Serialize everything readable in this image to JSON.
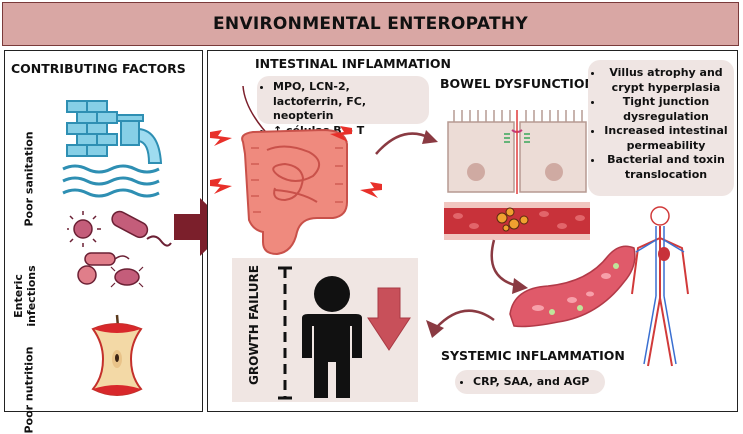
{
  "title": "ENVIRONMENTAL ENTEROPATHY",
  "contributing_factors": {
    "heading": "CONTRIBUTING FACTORS",
    "items": [
      {
        "label": "Poor sanitation",
        "icon": "sanitation-pipe-icon"
      },
      {
        "label": "Enteric infections",
        "icon": "microbes-icon"
      },
      {
        "label": "Poor nutrition",
        "icon": "apple-core-icon"
      }
    ]
  },
  "intestinal_inflammation": {
    "heading": "INTESTINAL INFLAMMATION",
    "bullets": [
      "MPO, LCN-2, lactoferrin, FC, neopterin",
      "↑ células B e T"
    ]
  },
  "bowel_dysfunction": {
    "heading": "BOWEL DYSFUNCTION",
    "bullets": [
      "Villus atrophy and crypt hyperplasia",
      "Tight junction dysregulation",
      "Increased intestinal permeability",
      "Bacterial and toxin translocation"
    ]
  },
  "systemic_inflammation": {
    "heading": "SYSTEMIC INFLAMMATION",
    "bullets": [
      "CRP, SAA, and AGP"
    ]
  },
  "growth_failure": {
    "label": "GROWTH FAILURE"
  },
  "colors": {
    "title_bg": "#d9a7a4",
    "accent_dark_red": "#7b1f2b",
    "pill_bg": "#efe5e3",
    "intestine": "#ef8a7e",
    "alert_red": "#e8302a",
    "vessel_red": "#c8323a"
  }
}
